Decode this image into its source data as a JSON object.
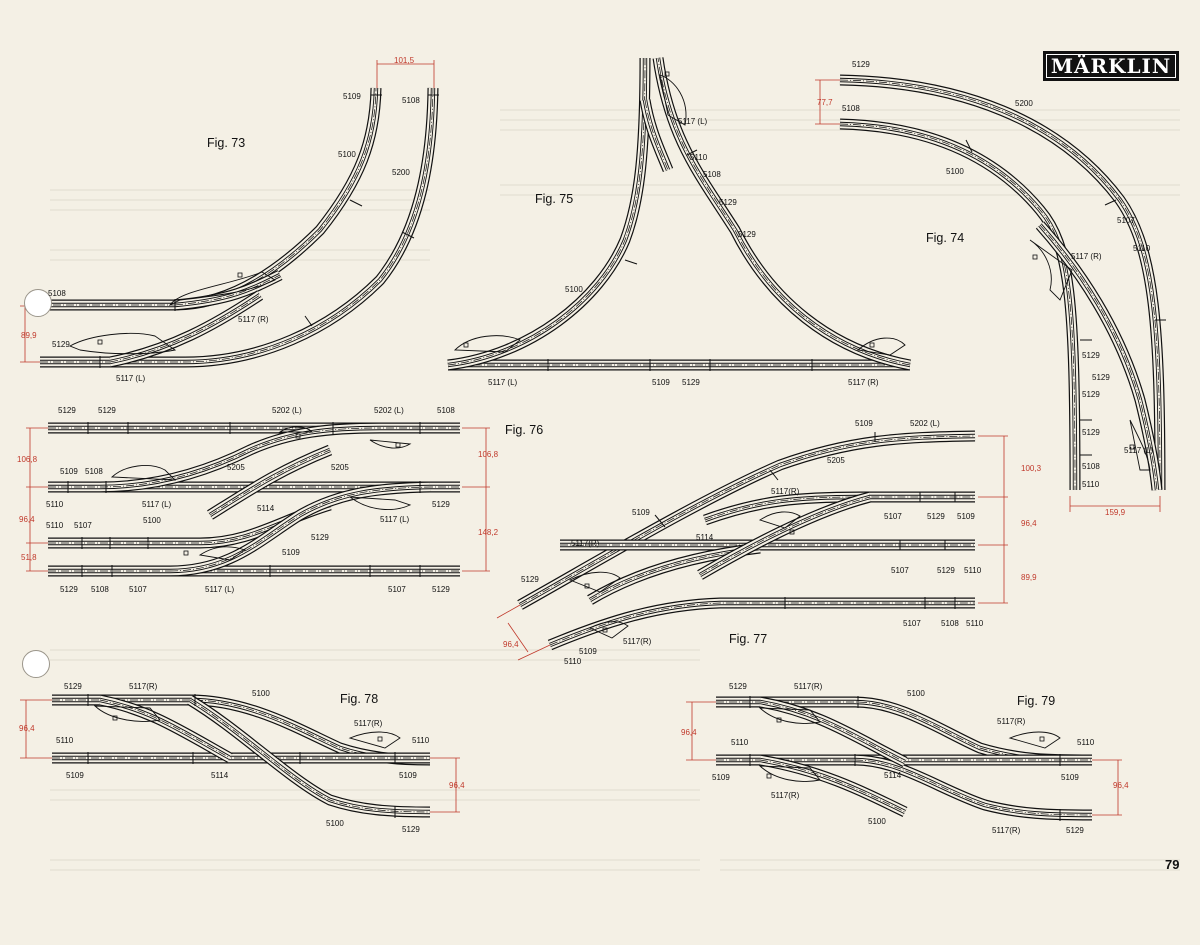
{
  "brand": "MÄRKLIN",
  "page_number": "79",
  "figures": {
    "fig73": "Fig. 73",
    "fig74": "Fig. 74",
    "fig75": "Fig. 75",
    "fig76": "Fig. 76",
    "fig77": "Fig. 77",
    "fig78": "Fig. 78",
    "fig79": "Fig. 79"
  },
  "labels": {
    "f73": [
      "5109",
      "5108",
      "5100",
      "5200",
      "5108",
      "5117 (R)",
      "5129",
      "5117 (L)"
    ],
    "f75": [
      "5117 (L)",
      "5110",
      "5108",
      "5129",
      "5129",
      "5100",
      "5117 (L)",
      "5109",
      "5129",
      "5117 (R)"
    ],
    "f74": [
      "5129",
      "5108",
      "5200",
      "5100",
      "5107",
      "5110",
      "5117 (R)",
      "5129",
      "5129",
      "5129",
      "5129",
      "5117 (L)",
      "5108",
      "5110"
    ],
    "f76": [
      "5129",
      "5129",
      "5202 (L)",
      "5202 (L)",
      "5108",
      "5109",
      "5108",
      "5205",
      "5205",
      "5110",
      "5117 (L)",
      "5114",
      "5129",
      "5110",
      "5107",
      "5100",
      "5117 (L)",
      "5109",
      "5129",
      "5129",
      "5108",
      "5107",
      "5117 (L)",
      "5107",
      "5129"
    ],
    "f77": [
      "5109",
      "5202 (L)",
      "5205",
      "5117(R)",
      "5109",
      "5107",
      "5129",
      "5109",
      "5117(R)",
      "5114",
      "5129",
      "5107",
      "5129",
      "5110",
      "5107",
      "5108",
      "5110",
      "5109",
      "5117(R)",
      "5110"
    ],
    "f78": [
      "5129",
      "5117(R)",
      "5100",
      "5117(R)",
      "5110",
      "5110",
      "5109",
      "5114",
      "5109",
      "5100",
      "5129"
    ],
    "f79": [
      "5129",
      "5117(R)",
      "5100",
      "5117(R)",
      "5110",
      "5110",
      "5109",
      "5117(R)",
      "5114",
      "5109",
      "5100",
      "5117(R)",
      "5129"
    ]
  },
  "dimensions": {
    "f73_top": "101,5",
    "f73_left": "89,9",
    "f74_left": "77,7",
    "f74_bottom": "159,9",
    "f76_left_a": "106,8",
    "f76_left_b": "96,4",
    "f76_left_c": "51,8",
    "f76_right_a": "106,8",
    "f76_right_b": "148,2",
    "f77_right_a": "100,3",
    "f77_right_b": "96,4",
    "f77_right_c": "89,9",
    "f77_left": "96,4",
    "f78_left": "96,4",
    "f78_right": "96,4",
    "f79_left": "96,4",
    "f79_right": "96,4"
  }
}
